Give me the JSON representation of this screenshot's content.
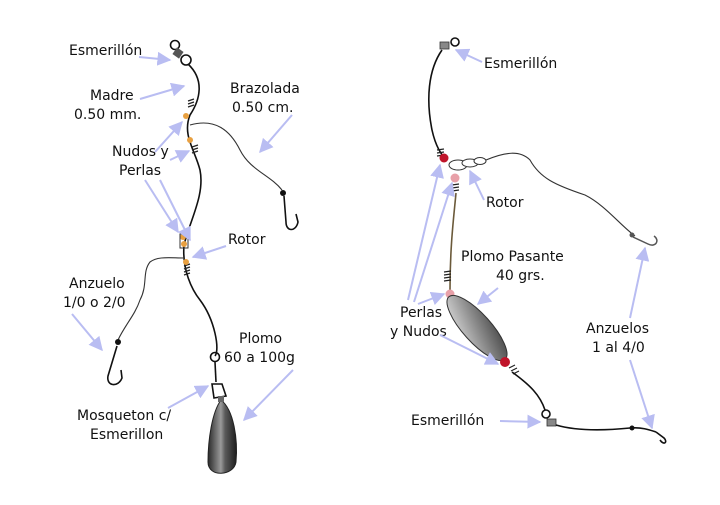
{
  "left_rig": {
    "esmerillon": "Esmerillón",
    "madre_line1": "Madre",
    "madre_line2": "0.50 mm.",
    "brazolada_line1": "Brazolada",
    "brazolada_line2": "0.50 cm.",
    "nudos_line1": "Nudos y",
    "nudos_line2": "Perlas",
    "rotor": "Rotor",
    "anzuelo_line1": "Anzuelo",
    "anzuelo_line2": "1/0 o 2/0",
    "plomo_line1": "Plomo",
    "plomo_line2": "60 a 100g",
    "mosqueton_line1": "Mosqueton c/",
    "mosqueton_line2": "Esmerillon"
  },
  "right_rig": {
    "esmerillon_top": "Esmerillón",
    "rotor": "Rotor",
    "plomo_line1": "Plomo Pasante",
    "plomo_line2": "40 grs.",
    "perlas_line1": "Perlas",
    "perlas_line2": "y Nudos",
    "anzuelos_line1": "Anzuelos",
    "anzuelos_line2": "1 al 4/0",
    "esmerillon_bottom": "Esmerillón"
  },
  "colors": {
    "label_arrow": "#b9bdf2",
    "line": "#111111",
    "bead_orange": "#e8a040",
    "bead_red": "#c0142a",
    "bead_pink": "#e8a0a8",
    "sinker_dark": "#3a3a3a",
    "sinker_light": "#c8c8c8"
  }
}
